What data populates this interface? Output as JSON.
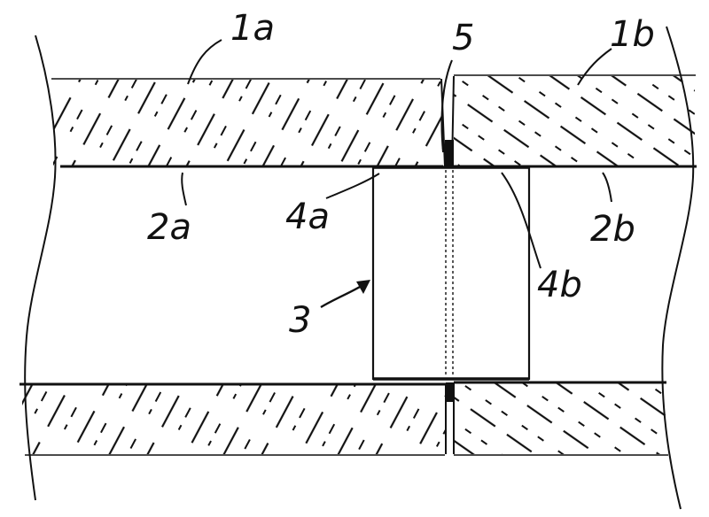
{
  "labels": {
    "wall_a": "1a",
    "wall_b": "1b",
    "inner_face_a": "2a",
    "inner_face_b": "2b",
    "insert": "3",
    "edge_a": "4a",
    "edge_b": "4b",
    "joint": "5"
  },
  "colors": {
    "ink": "#111111",
    "paper": "#ffffff"
  }
}
